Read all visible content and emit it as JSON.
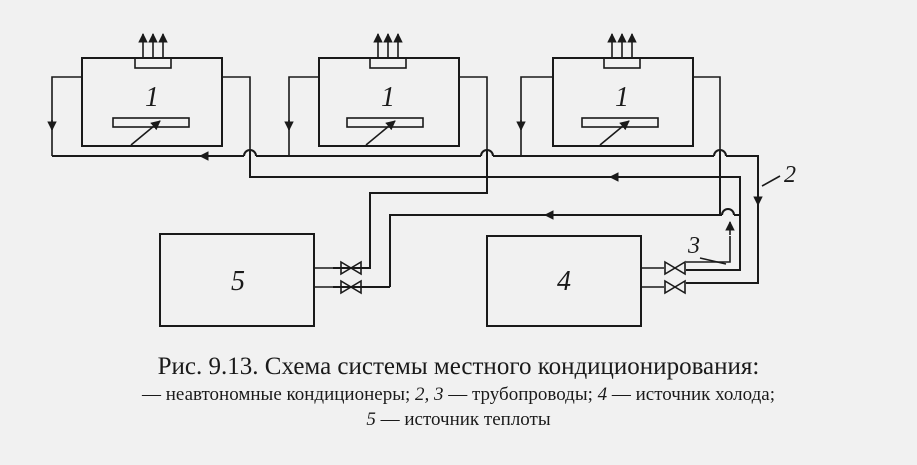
{
  "diagram": {
    "unit_labels": {
      "conditioner": "1",
      "pipeline_2": "2",
      "pipeline_3": "3",
      "cold_source": "4",
      "heat_source": "5"
    }
  },
  "caption": {
    "title": "Рис. 9.13. Схема системы местного кондиционирования:",
    "legend": [
      {
        "num": "",
        "text": "— неавтономные кондиционеры; "
      },
      {
        "num": "2, 3",
        "text": " — трубопроводы; "
      },
      {
        "num": "4",
        "text": " — источник холода;"
      },
      {
        "num": "5",
        "text": " — источник теплоты"
      }
    ]
  }
}
